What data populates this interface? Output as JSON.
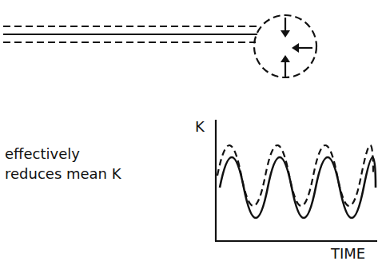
{
  "diagram": {
    "labels": [
      "K",
      "effectively reduces mean K",
      "TIME"
    ]
  }
}
